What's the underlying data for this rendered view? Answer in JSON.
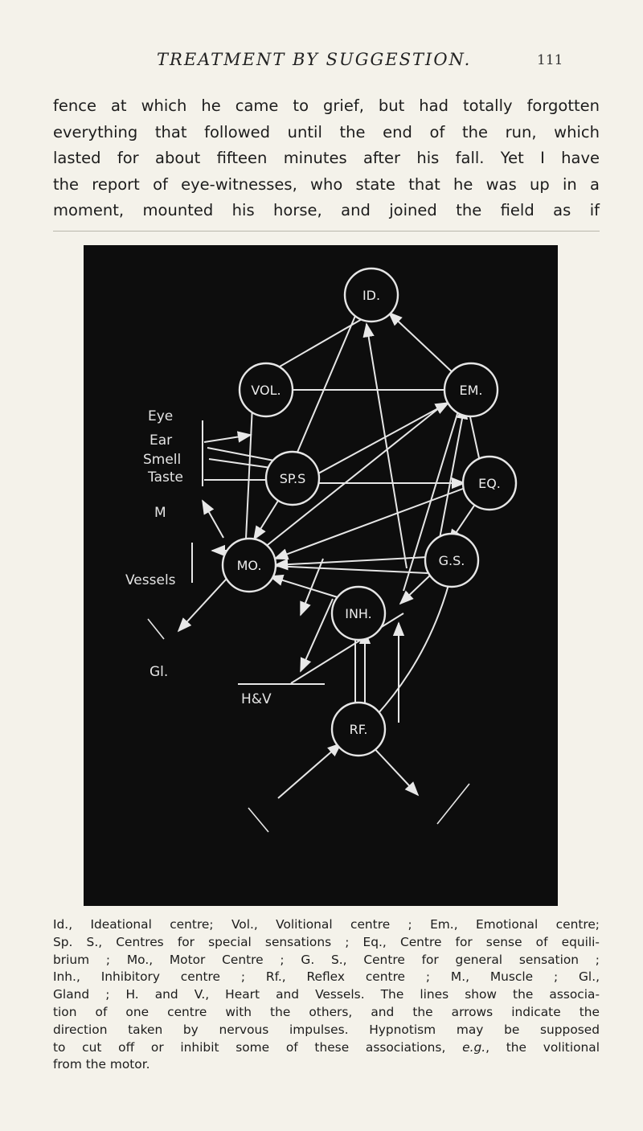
{
  "page": {
    "running_title": "TREATMENT BY SUGGESTION.",
    "page_number": "111"
  },
  "body_text": [
    "fence at which he came to grief, but had totally forgotten",
    "everything that followed until the end of the run, which",
    "lasted for about fifteen minutes after his fall. Yet I have",
    "the report of eye-witnesses, who state that he was up in a",
    "moment, mounted his horse, and joined the field as if"
  ],
  "figure": {
    "nodes": {
      "id": "ID.",
      "vol": "VOL.",
      "em": "EM.",
      "sps": "SP.S",
      "eq": "EQ.",
      "mo": "MO.",
      "gs": "G.S.",
      "inh": "INH.",
      "rf": "RF."
    },
    "senses": [
      "Eye",
      "Ear",
      "Smell",
      "Taste"
    ],
    "labels": {
      "muscle": "M",
      "vessels": "Vessels",
      "gland": "Gl.",
      "heart_vessels": "H&V"
    }
  },
  "caption": [
    "Id., Ideational centre; Vol., Volitional centre ; Em., Emotional centre;",
    "Sp. S., Centres for special sensations ; Eq., Centre for sense of equili-",
    "brium ; Mo., Motor Centre ; G. S., Centre for general sensation ;",
    "Inh., Inhibitory centre ; Rf., Reflex centre ; M., Muscle ; Gl.,",
    "Gland ; H. and V., Heart and Vessels. The lines show the associa-",
    "tion of one centre with the others, and the arrows indicate the",
    "direction taken by nervous impulses. Hypnotism may be supposed",
    "to cut off or inhibit some of these associations,",
    "from the motor."
  ],
  "caption_eg": "e.g.",
  "caption_line8_tail": ", the volitional"
}
